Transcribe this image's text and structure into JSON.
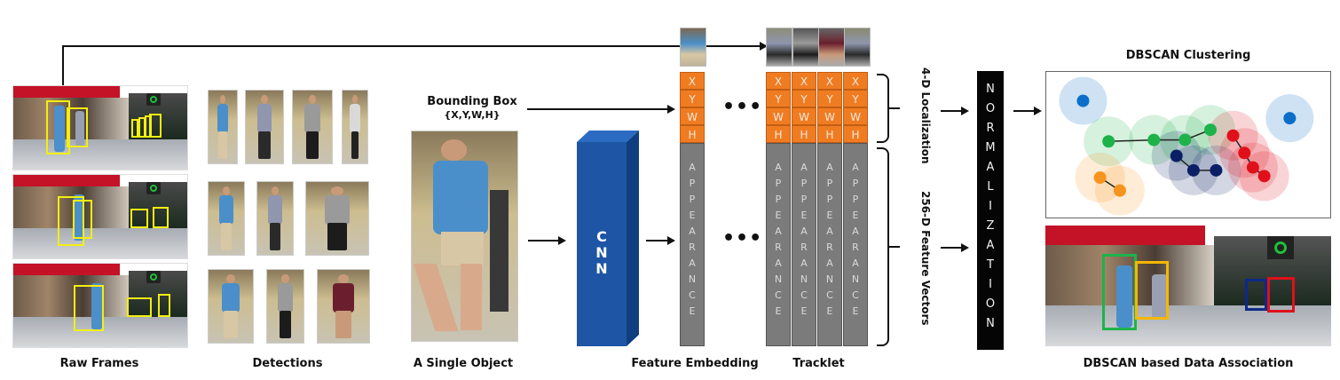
{
  "stages": {
    "raw_frames": "Raw Frames",
    "detections": "Detections",
    "single_object": "A Single Object",
    "feature_embedding": "Feature Embedding",
    "tracklet": "Tracklet",
    "data_association": "DBSCAN based Data Association"
  },
  "bbox_label": {
    "line1": "Bounding Box",
    "line2": "{X,Y,W,H}"
  },
  "cnn_label": [
    "C",
    "N",
    "N"
  ],
  "localization_cells": [
    "X",
    "Y",
    "W",
    "H"
  ],
  "appearance_letters": [
    "A",
    "P",
    "P",
    "E",
    "A",
    "R",
    "A",
    "N",
    "C",
    "E"
  ],
  "ellipsis": "•••",
  "brace_labels": {
    "localization": "4-D Localization",
    "features": "256-D Feature Vectors"
  },
  "normalization_letters": [
    "N",
    "O",
    "R",
    "M",
    "A",
    "L",
    "I",
    "Z",
    "A",
    "T",
    "I",
    "O",
    "N"
  ],
  "clustering_title": "DBSCAN Clustering",
  "colors": {
    "orange_cell": "#f07c22",
    "gray_col": "#7b7b7b",
    "cnn_blue": "#1e56a5",
    "detection_yellow": "#f2ef10",
    "cluster_green": "#1db34a",
    "cluster_orange": "#f7941d",
    "cluster_navy": "#0b1f66",
    "cluster_red": "#e0101a",
    "cluster_blue": "#0b6fc9"
  },
  "clusters": [
    {
      "name": "green",
      "color": "#1db34a",
      "points": [
        [
          0.22,
          0.48
        ],
        [
          0.38,
          0.47
        ],
        [
          0.49,
          0.47
        ],
        [
          0.58,
          0.4
        ]
      ]
    },
    {
      "name": "orange",
      "color": "#f7941d",
      "points": [
        [
          0.19,
          0.73
        ],
        [
          0.26,
          0.82
        ]
      ]
    },
    {
      "name": "navy",
      "color": "#0b1f66",
      "points": [
        [
          0.46,
          0.58
        ],
        [
          0.52,
          0.68
        ],
        [
          0.6,
          0.68
        ]
      ]
    },
    {
      "name": "red",
      "color": "#e0101a",
      "points": [
        [
          0.66,
          0.44
        ],
        [
          0.7,
          0.56
        ],
        [
          0.73,
          0.66
        ],
        [
          0.77,
          0.72
        ]
      ]
    },
    {
      "name": "noise-left",
      "color": "#0b6fc9",
      "points": [
        [
          0.13,
          0.2
        ]
      ],
      "noise": true
    },
    {
      "name": "noise-right",
      "color": "#0b6fc9",
      "points": [
        [
          0.86,
          0.32
        ]
      ],
      "noise": true
    }
  ],
  "association_boxes": [
    {
      "color": "#1db34a"
    },
    {
      "color": "#f5b800"
    },
    {
      "color": "#0b2a8a"
    },
    {
      "color": "#e0101a"
    }
  ]
}
